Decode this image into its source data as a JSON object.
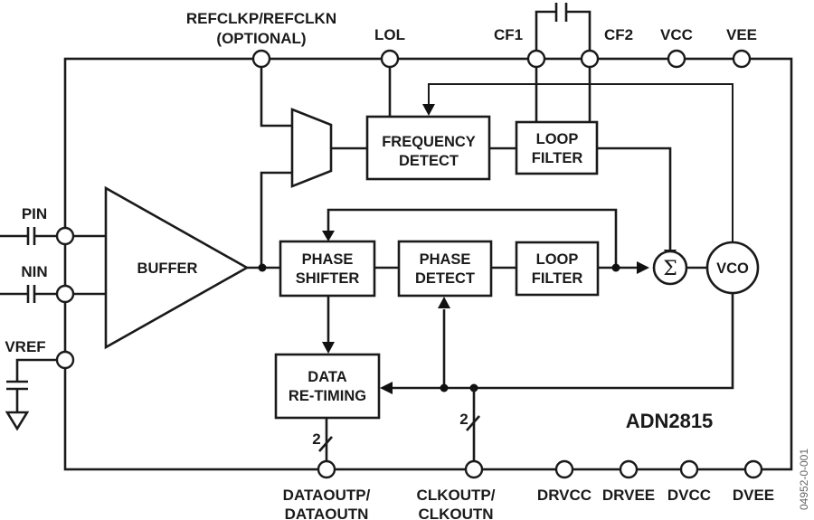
{
  "chip": {
    "name": "ADN2815",
    "figure_id": "04952-0-001"
  },
  "top_pins": {
    "refclk_line1": "REFCLKP/REFCLKN",
    "refclk_line2": "(OPTIONAL)",
    "lol": "LOL",
    "cf1": "CF1",
    "cf2": "CF2",
    "vcc": "VCC",
    "vee": "VEE"
  },
  "left_pins": {
    "pin": "PIN",
    "nin": "NIN",
    "vref": "VREF"
  },
  "bottom_pins": {
    "dataout_line1": "DATAOUTP/",
    "dataout_line2": "DATAOUTN",
    "clkout_line1": "CLKOUTP/",
    "clkout_line2": "CLKOUTN",
    "drvcc": "DRVCC",
    "drvee": "DRVEE",
    "dvcc": "DVCC",
    "dvee": "DVEE"
  },
  "blocks": {
    "buffer": "BUFFER",
    "freq_detect_1": "FREQUENCY",
    "freq_detect_2": "DETECT",
    "loop_filter_top_1": "LOOP",
    "loop_filter_top_2": "FILTER",
    "phase_shifter_1": "PHASE",
    "phase_shifter_2": "SHIFTER",
    "phase_detect_1": "PHASE",
    "phase_detect_2": "DETECT",
    "loop_filter_bot_1": "LOOP",
    "loop_filter_bot_2": "FILTER",
    "retiming_1": "DATA",
    "retiming_2": "RE-TIMING",
    "summer": "Σ",
    "vco": "VCO"
  },
  "bus_widths": {
    "data": "2",
    "clk": "2"
  }
}
